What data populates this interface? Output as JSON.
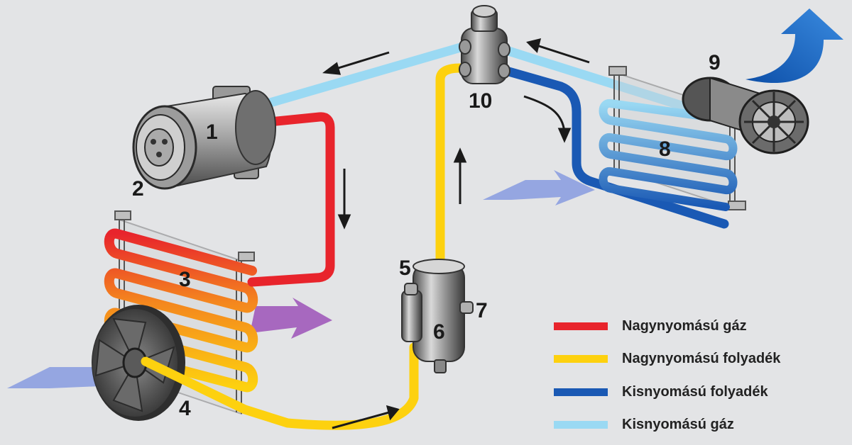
{
  "colors": {
    "high_pressure_gas": "#e8242c",
    "high_pressure_liquid": "#fdd10f",
    "low_pressure_liquid": "#1a59b4",
    "low_pressure_gas": "#9ad9f3"
  },
  "components": {
    "compressor": "1",
    "clutch": "2",
    "condenser": "3",
    "condenser_fan": "4",
    "receiver_inlet": "5",
    "receiver_dryer": "6",
    "receiver_outlet": "7",
    "evaporator": "8",
    "blower": "9",
    "expansion_valve": "10"
  },
  "legend": [
    {
      "label": "Nagynyomású gáz",
      "color": "#e8242c"
    },
    {
      "label": "Nagynyomású folyadék",
      "color": "#fdd10f"
    },
    {
      "label": "Kisnyomású folyadék",
      "color": "#1a59b4"
    },
    {
      "label": "Kisnyomású gáz",
      "color": "#9ad9f3"
    }
  ]
}
